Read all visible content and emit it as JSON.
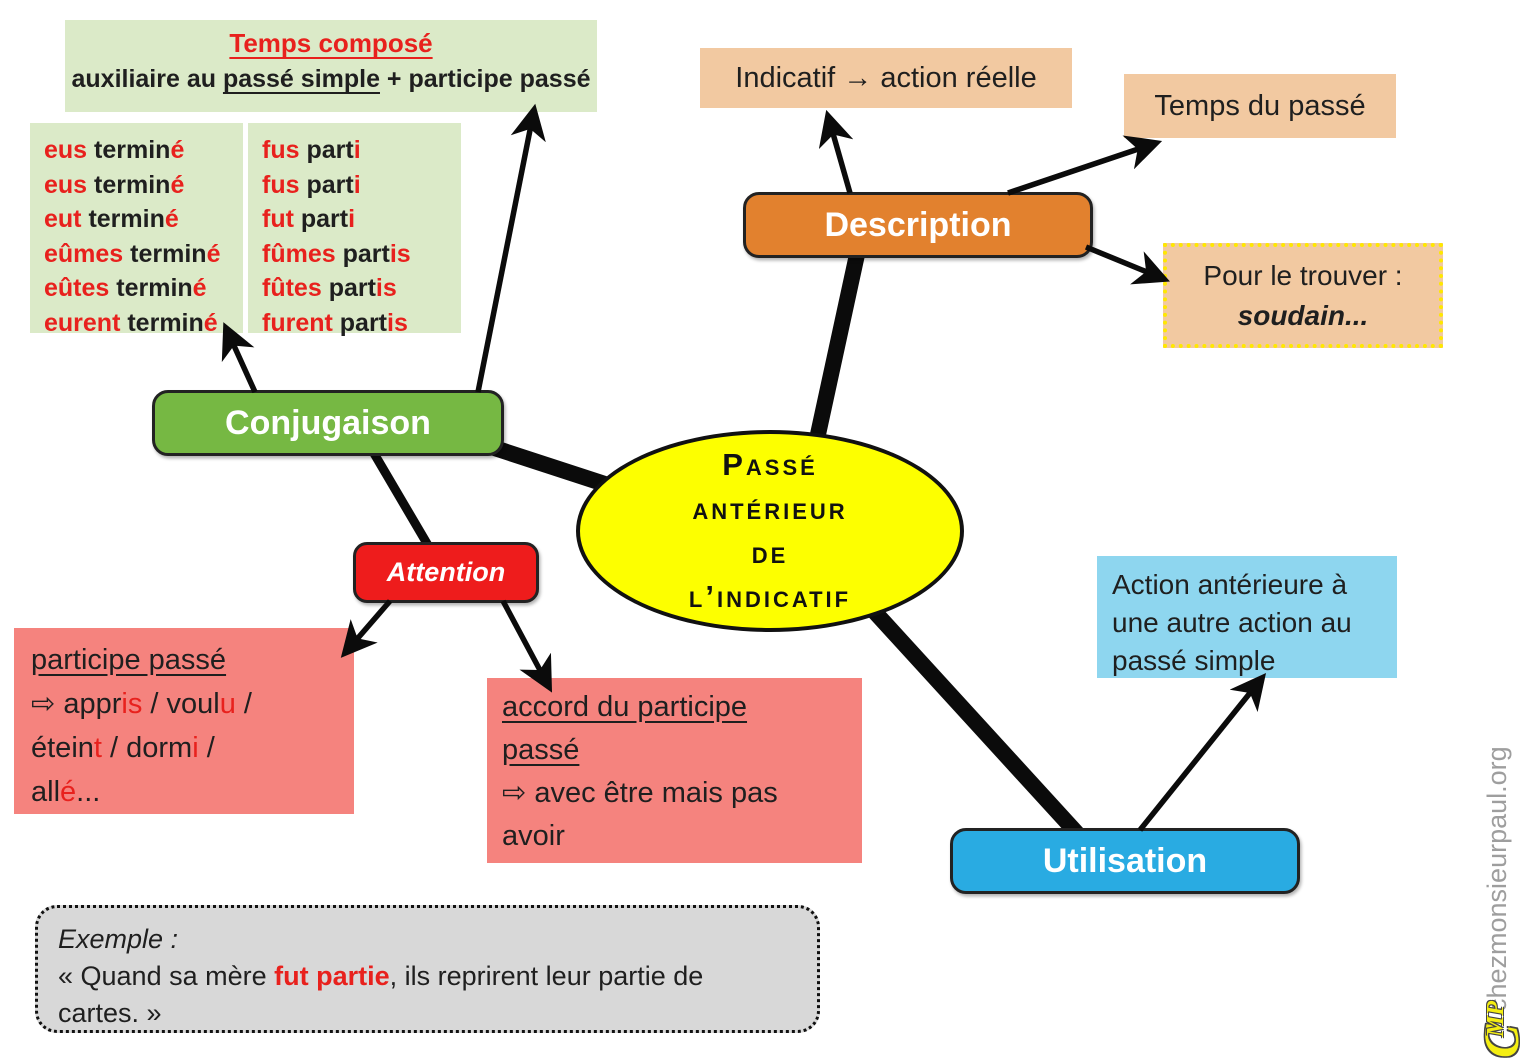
{
  "colors": {
    "light_green": "#dbeac8",
    "green_node": "#76b843",
    "red_node": "#ee1c1c",
    "orange_node": "#e2812e",
    "blue_node": "#29abe2",
    "yellow_center": "#fdff00",
    "peach": "#f2c9a1",
    "salmon": "#f5837e",
    "light_blue": "#8ed6ef",
    "gray_box": "#d8d8d8",
    "text_red": "#e8211d",
    "dotted_border_yellow": "#ffe800"
  },
  "center": {
    "lines": [
      "Passé",
      "antérieur",
      "de",
      "l’indicatif"
    ]
  },
  "nodes": {
    "conjugaison": "Conjugaison",
    "attention": "Attention",
    "description": "Description",
    "utilisation": "Utilisation"
  },
  "temps_compose": {
    "title": "Temps composé",
    "subtitle_segs": [
      {
        "t": "auxiliaire au ",
        "c": "k"
      },
      {
        "t": "passé simple",
        "c": "ku"
      },
      {
        "t": " + participe passé",
        "c": "k"
      }
    ]
  },
  "conjugation": {
    "left": [
      [
        {
          "t": "eus ",
          "c": "r"
        },
        {
          "t": "termin",
          "c": "k"
        },
        {
          "t": "é",
          "c": "r"
        }
      ],
      [
        {
          "t": "eus ",
          "c": "r"
        },
        {
          "t": "termin",
          "c": "k"
        },
        {
          "t": "é",
          "c": "r"
        }
      ],
      [
        {
          "t": "eut ",
          "c": "r"
        },
        {
          "t": "termin",
          "c": "k"
        },
        {
          "t": "é",
          "c": "r"
        }
      ],
      [
        {
          "t": "eûmes ",
          "c": "r"
        },
        {
          "t": "termin",
          "c": "k"
        },
        {
          "t": "é",
          "c": "r"
        }
      ],
      [
        {
          "t": "eûtes ",
          "c": "r"
        },
        {
          "t": "termin",
          "c": "k"
        },
        {
          "t": "é",
          "c": "r"
        }
      ],
      [
        {
          "t": "eurent ",
          "c": "r"
        },
        {
          "t": "termin",
          "c": "k"
        },
        {
          "t": "é",
          "c": "r"
        }
      ]
    ],
    "right": [
      [
        {
          "t": "fus ",
          "c": "r"
        },
        {
          "t": "part",
          "c": "k"
        },
        {
          "t": "i",
          "c": "r"
        }
      ],
      [
        {
          "t": "fus ",
          "c": "r"
        },
        {
          "t": "part",
          "c": "k"
        },
        {
          "t": "i",
          "c": "r"
        }
      ],
      [
        {
          "t": "fut ",
          "c": "r"
        },
        {
          "t": "part",
          "c": "k"
        },
        {
          "t": "i",
          "c": "r"
        }
      ],
      [
        {
          "t": "fûmes ",
          "c": "r"
        },
        {
          "t": "part",
          "c": "k"
        },
        {
          "t": "is",
          "c": "r"
        }
      ],
      [
        {
          "t": "fûtes ",
          "c": "r"
        },
        {
          "t": "part",
          "c": "k"
        },
        {
          "t": "is",
          "c": "r"
        }
      ],
      [
        {
          "t": "furent ",
          "c": "r"
        },
        {
          "t": "part",
          "c": "k"
        },
        {
          "t": "is",
          "c": "r"
        }
      ]
    ]
  },
  "indicatif_box": {
    "text": "Indicatif → action réelle"
  },
  "temps_passe_box": {
    "text": "Temps du passé"
  },
  "trouver_box": {
    "line1": "Pour le trouver :",
    "line2": "soudain..."
  },
  "action_box": {
    "lines": [
      "Action antérieure à",
      "une autre action au",
      "passé simple"
    ]
  },
  "participe_box": {
    "heading": "participe passé",
    "lines": [
      [
        {
          "t": "⇨ appr",
          "c": "k"
        },
        {
          "t": "is",
          "c": "r"
        },
        {
          "t": " / voul",
          "c": "k"
        },
        {
          "t": "u",
          "c": "r"
        },
        {
          "t": " /",
          "c": "k"
        }
      ],
      [
        {
          "t": "étein",
          "c": "k"
        },
        {
          "t": "t",
          "c": "r"
        },
        {
          "t": " / dorm",
          "c": "k"
        },
        {
          "t": "i",
          "c": "r"
        },
        {
          "t": " /",
          "c": "k"
        }
      ],
      [
        {
          "t": "all",
          "c": "k"
        },
        {
          "t": "é",
          "c": "r"
        },
        {
          "t": "...",
          "c": "k"
        }
      ]
    ]
  },
  "accord_box": {
    "heading_line1": "accord du participe",
    "heading_line2": "passé",
    "line3": "⇨ avec être mais pas",
    "line4": "avoir"
  },
  "exemple_box": {
    "label": "Exemple :",
    "line2_segs": [
      {
        "t": "« Quand sa mère ",
        "c": "k"
      },
      {
        "t": "fut partie",
        "c": "rb"
      },
      {
        "t": ", ils reprirent leur partie de",
        "c": "k"
      }
    ],
    "line3": "cartes. »"
  },
  "watermark": {
    "site": "chezmonsieurpaul.org",
    "logo_main": "C",
    "logo_sub": "MP"
  }
}
